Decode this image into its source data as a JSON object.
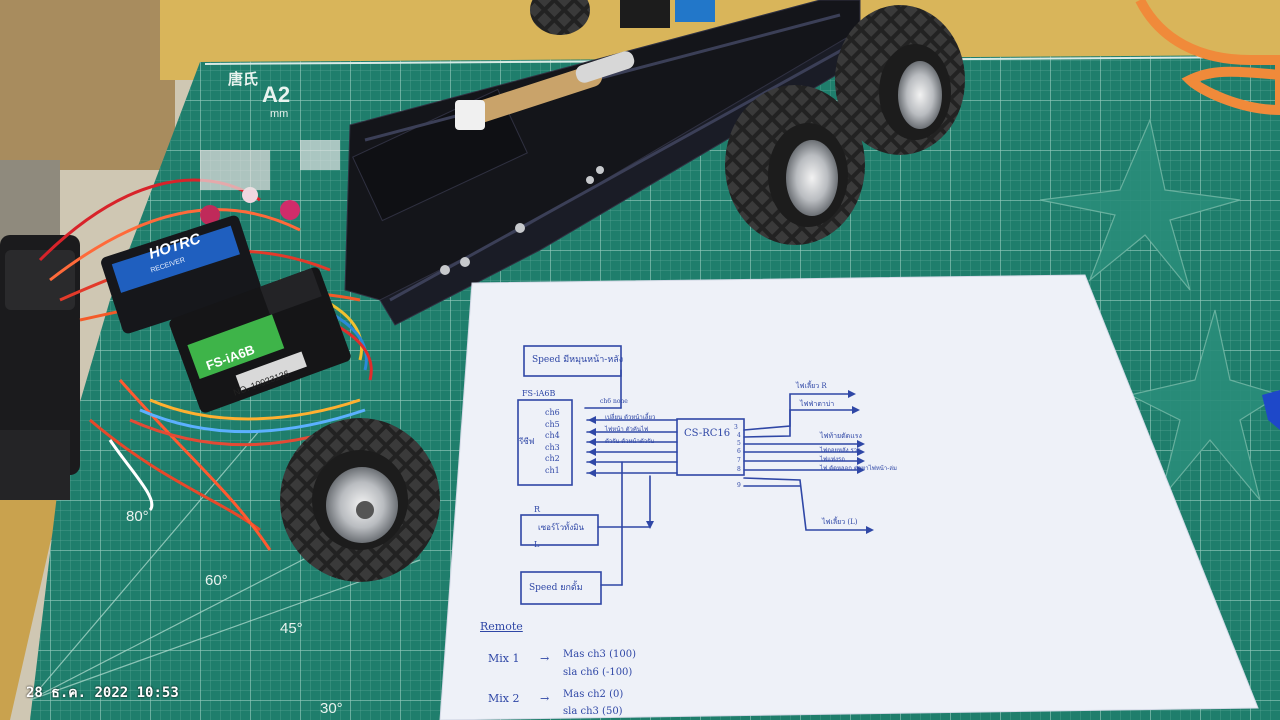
{
  "photo": {
    "timestamp": "28 ธ.ค. 2022 10:53",
    "colors": {
      "mat": "#1f7e6c",
      "table": "#d8b45a",
      "paper": "#eef1f8",
      "ink": "#2f47a6",
      "chassis": "#15151a"
    }
  },
  "mat": {
    "brand": "唐氏",
    "size": "A2",
    "unit": "mm",
    "angles": [
      "80°",
      "60°",
      "45°",
      "30°"
    ]
  },
  "receivers": {
    "main": {
      "brand": "HOTRC",
      "label": "RECEIVER"
    },
    "flysky": {
      "model": "FS-iA6B",
      "serial": "NO. 10023136"
    }
  },
  "diagram": {
    "speed_top": "Speed มีหมุนหน้า-หลัง",
    "receiver_title": "FS-iA6B",
    "side_label": "รีซีฟ",
    "channels": [
      "ch6",
      "ch5",
      "ch4",
      "ch3",
      "ch2",
      "ch1"
    ],
    "channel_notes": [
      "ch6 none",
      "เปลี่ยน ตัวหน้าเลี้ยว",
      "ไฟหน้า ตัวคันไฟ",
      "ตัวรับ ตัวหน้าตัวรับ",
      "",
      ""
    ],
    "module": "CS-RC16",
    "outputs": [
      "ไฟเลี้ยว R",
      "ไฟฟ่าตาบ่า",
      "ไฟท้ายตัดแรง",
      "ไฟถอยหลัง รวร",
      "ไฟแท่งรถ",
      "ไฟ ตัดหลอก ต่อหาไฟหน้า-ล่ม",
      "ไฟเลี้ยว (L)"
    ],
    "output_numbers": [
      "3",
      "4",
      "5",
      "6",
      "7",
      "8",
      "9"
    ],
    "servo": "เซอร์โวทั้งมิน",
    "servo_r": "R",
    "servo_l": "L",
    "speed_bottom": "Speed ยกดั้ม",
    "remote_title": "Remote",
    "mix1": {
      "name": "Mix 1",
      "master": "Mas ch3 (100)",
      "slave": "sla ch6 (-100)"
    },
    "mix2": {
      "name": "Mix 2",
      "master": "Mas ch2 (0)",
      "slave": "sla ch3 (50)"
    }
  }
}
